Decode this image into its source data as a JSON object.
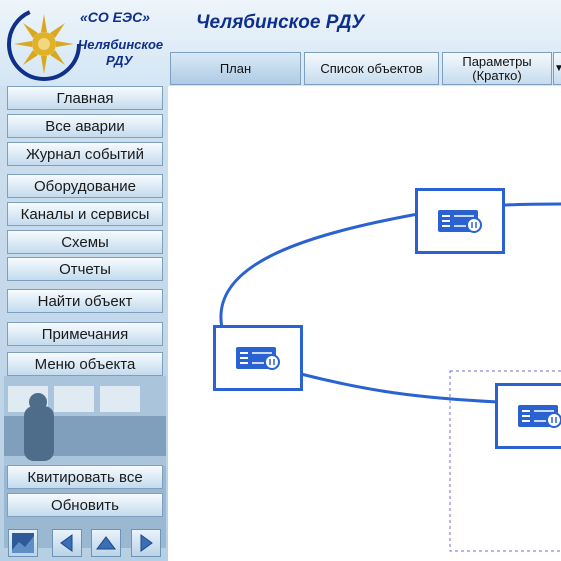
{
  "logo": {
    "line1": "«СО ЕЭС»",
    "line2": "Челябинское",
    "line3": "РДУ"
  },
  "app_title": "Челябинское РДУ",
  "tabs": [
    {
      "label": "План"
    },
    {
      "label": "Список объектов"
    },
    {
      "label": "Параметры (Кратко)"
    }
  ],
  "sidebar": {
    "items": [
      {
        "label": "Главная"
      },
      {
        "label": "Все аварии"
      },
      {
        "label": "Журнал событий"
      },
      {
        "label": "Оборудование"
      },
      {
        "label": "Каналы и сервисы"
      },
      {
        "label": "Схемы"
      },
      {
        "label": "Отчеты"
      },
      {
        "label": "Найти объект"
      },
      {
        "label": "Примечания"
      },
      {
        "label": "Меню объекта"
      },
      {
        "label": "Квитировать все"
      },
      {
        "label": "Обновить"
      }
    ]
  },
  "colors": {
    "accent": "#2a63d1",
    "title": "#0e2f8a",
    "panel": "#c9dceb"
  },
  "icons": [
    "server-icon",
    "chevron-down-icon",
    "arrow-left-icon",
    "arrow-up-icon",
    "arrow-right-icon",
    "globe-logo"
  ]
}
